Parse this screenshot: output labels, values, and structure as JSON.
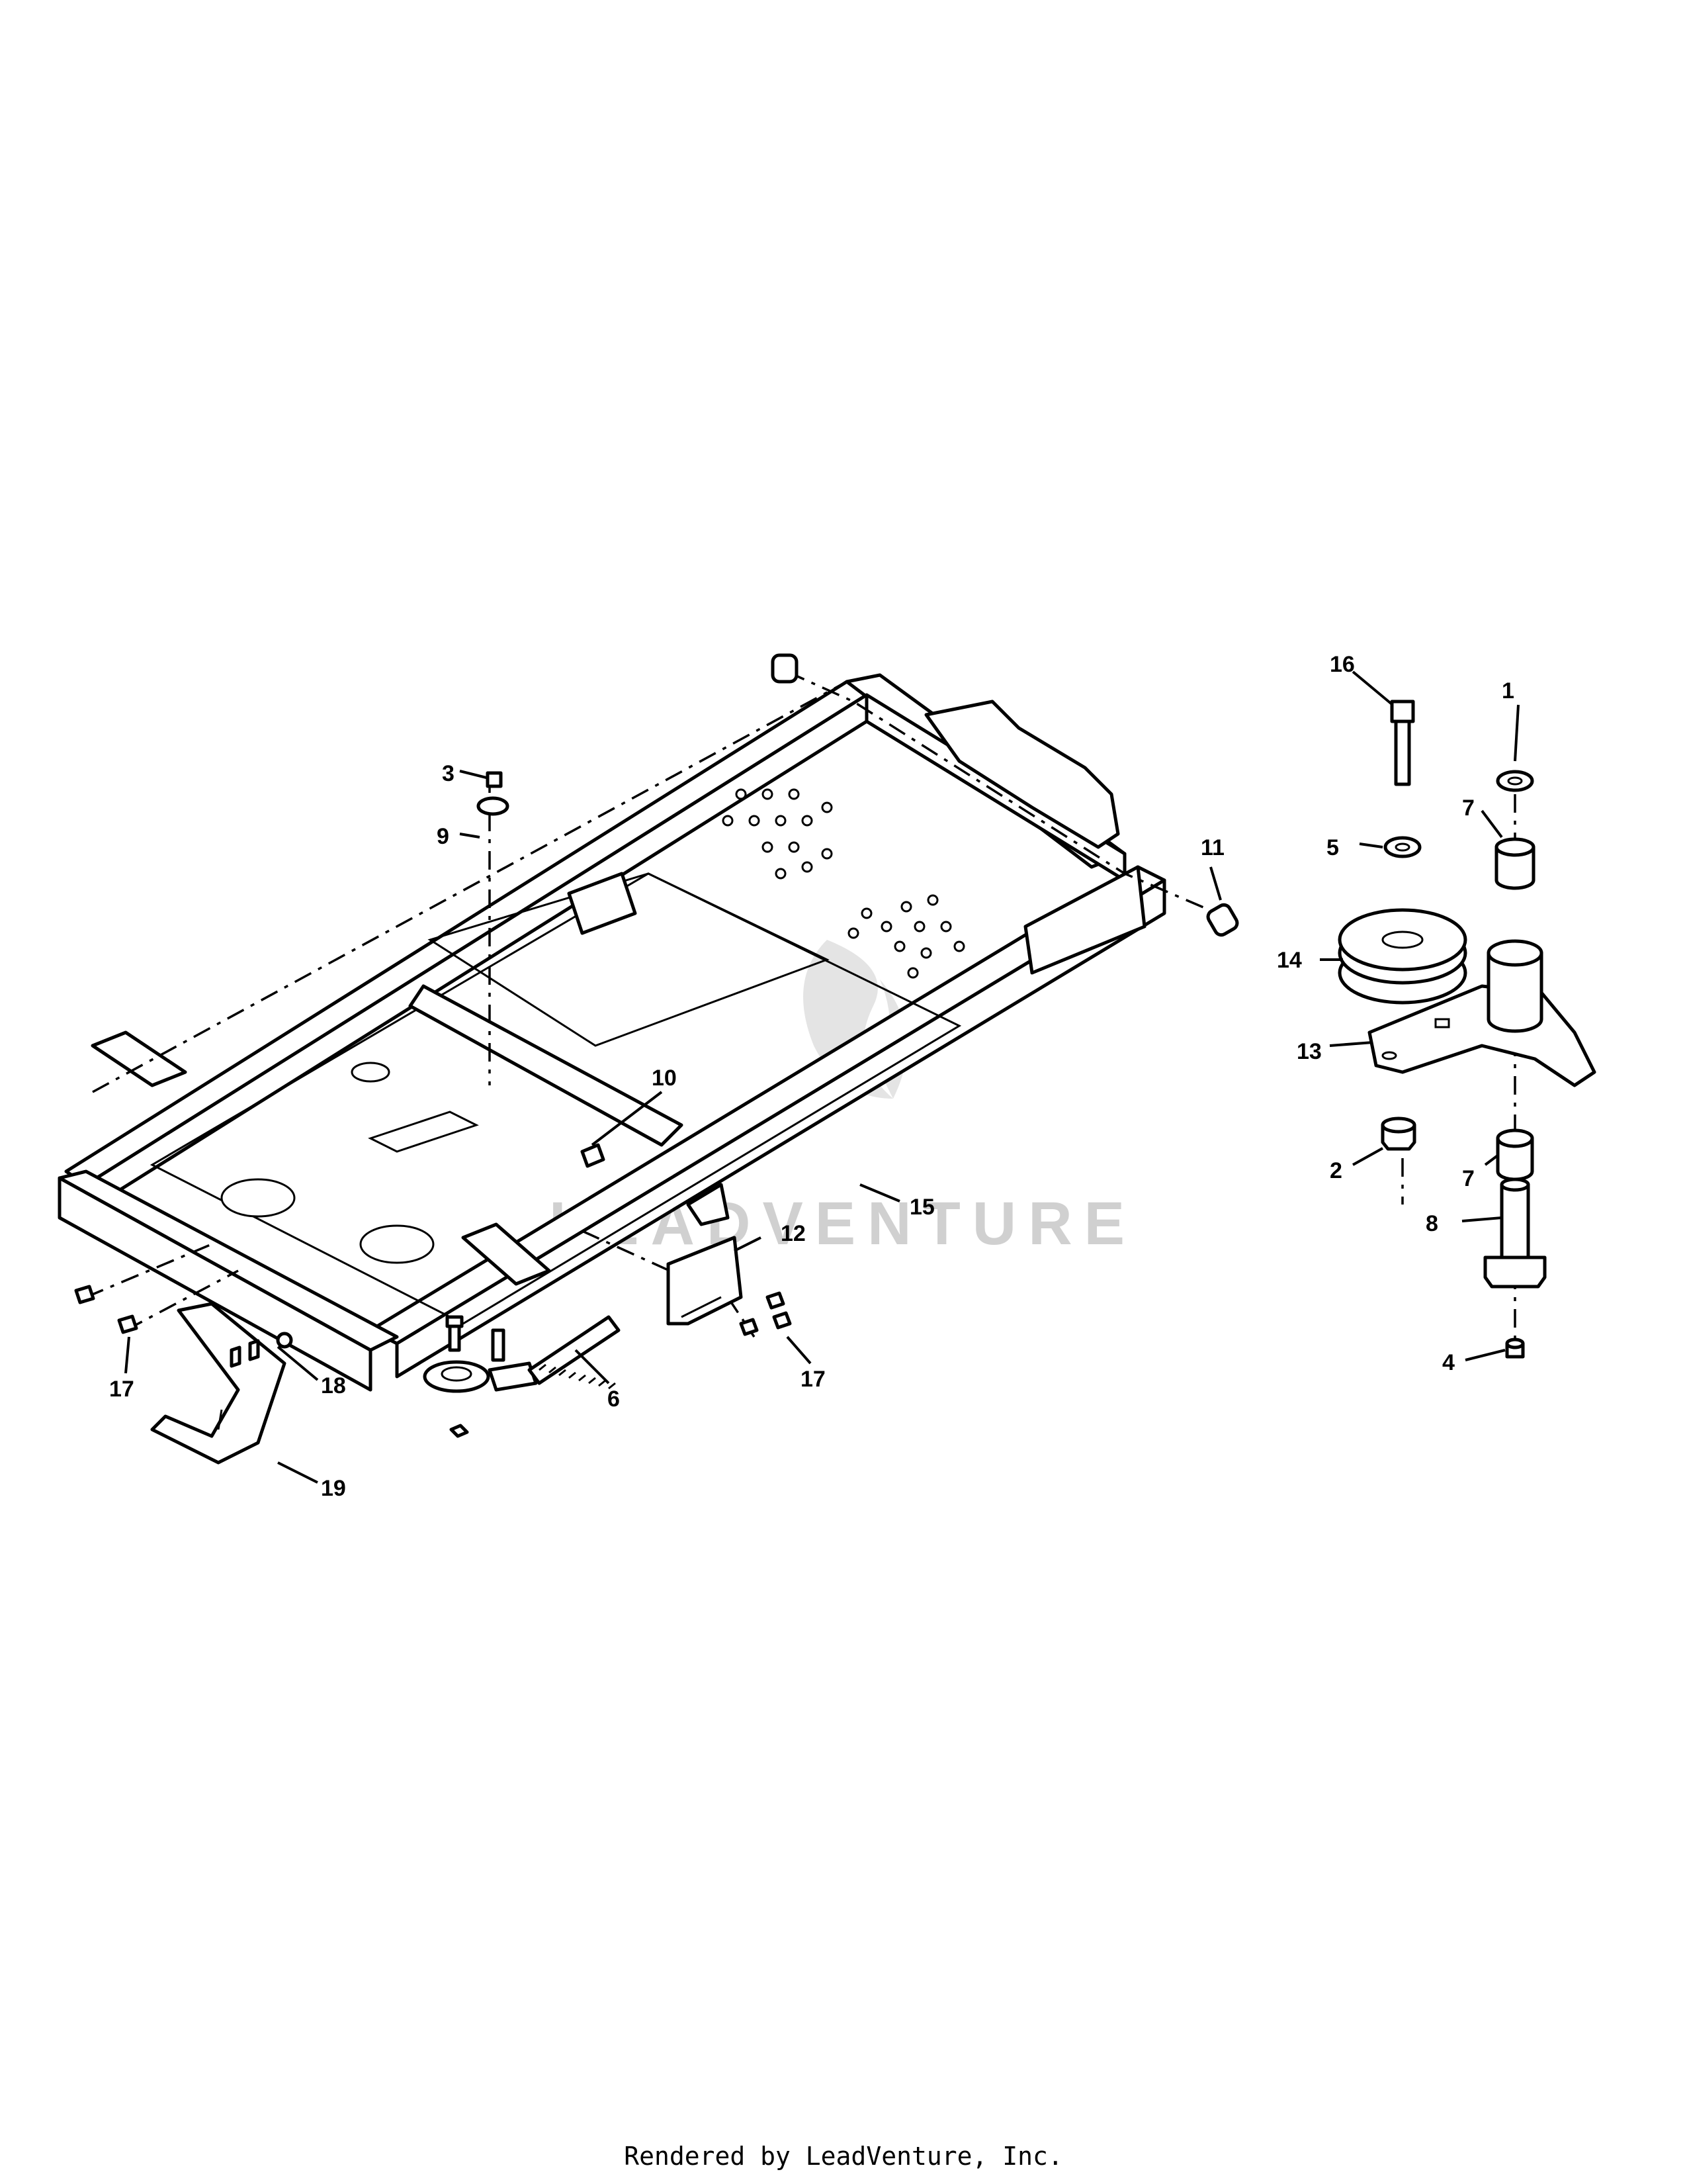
{
  "watermark": "LEADVENTURE",
  "footer": "Rendered by LeadVenture, Inc.",
  "callouts": [
    "1",
    "2",
    "3",
    "4",
    "5",
    "6",
    "7",
    "7",
    "8",
    "9",
    "10",
    "11",
    "12",
    "13",
    "14",
    "15",
    "16",
    "17",
    "17",
    "18",
    "19"
  ]
}
